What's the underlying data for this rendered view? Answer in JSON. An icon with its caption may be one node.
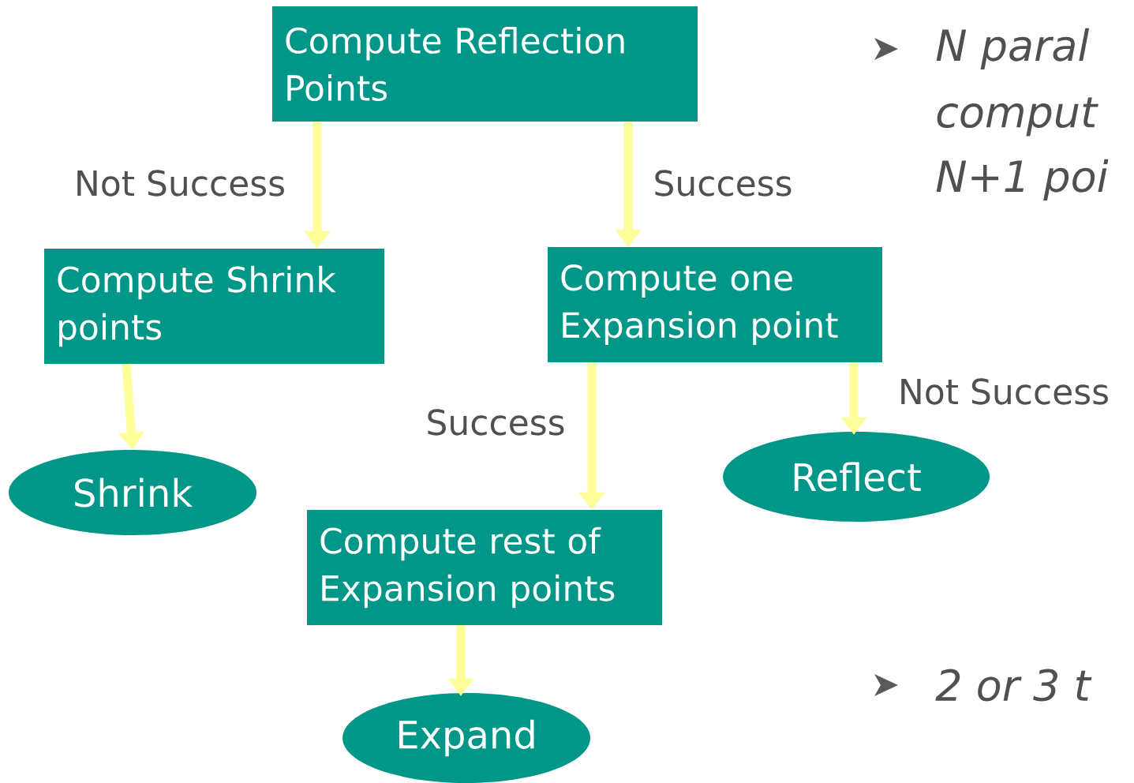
{
  "diagram": {
    "nodes": [
      {
        "text": [
          "Compute Reflection Points"
        ]
      },
      {
        "text": [
          "Compute Shrink points"
        ]
      },
      {
        "text": [
          "Compute one Expansion point"
        ]
      },
      {
        "text": [
          "Shrink"
        ]
      },
      {
        "text": [
          "Reflect"
        ]
      },
      {
        "text": [
          "Compute rest of Expansion points"
        ]
      },
      {
        "text": [
          "Expand"
        ]
      }
    ],
    "edges": [
      {
        "from": 0,
        "to": 1,
        "arrow": "to",
        "label": "Not Success"
      },
      {
        "from": 0,
        "to": 2,
        "arrow": "to",
        "label": "Success"
      },
      {
        "from": 1,
        "to": 3,
        "arrow": "to"
      },
      {
        "from": 2,
        "to": 5,
        "arrow": "to",
        "label": "Success"
      },
      {
        "from": 2,
        "to": 4,
        "arrow": "to",
        "label": "Not Success"
      },
      {
        "from": 5,
        "to": 6,
        "arrow": "to"
      }
    ],
    "labels": [
      "N paral",
      "comput",
      "N+1 poi",
      "2 or 3 t"
    ]
  }
}
